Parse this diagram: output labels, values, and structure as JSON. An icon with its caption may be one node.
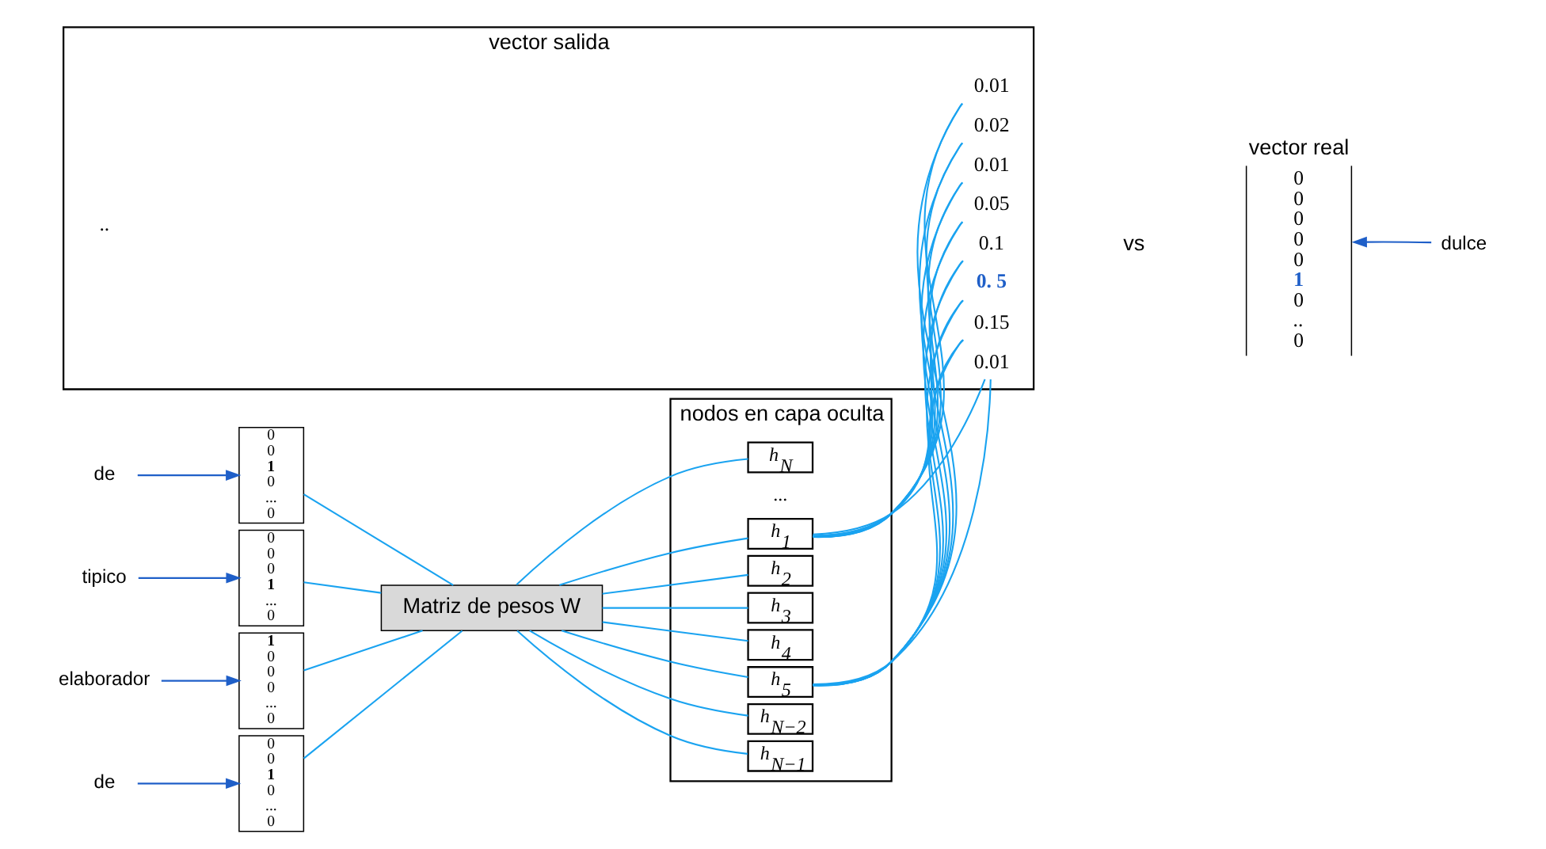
{
  "diagram": {
    "nodes": [
      {
        "text": [
          "elaborador"
        ]
      },
      {
        "text": [
          "**1** 0 0 0 ... 0"
        ]
      },
      {
        "text": [
          "de"
        ]
      },
      {
        "text": [
          "0 0 **1** 0 ... 0"
        ]
      },
      {
        "text": [
          "tipico"
        ]
      },
      {
        "text": [
          "0 0 0 **1** ... 0"
        ]
      },
      {
        "text": [
          "de"
        ]
      },
      {
        "text": [
          "0 0 **1** 0 ... 0"
        ]
      },
      {
        "text": [
          "Matriz de pesos W"
        ]
      },
      {
        "text": [
          "nodos en capa oculta"
        ]
      },
      {
        "text": [
          "h$_{1}$"
        ],
        "in": 9
      },
      {
        "text": [
          "h$_{2}$"
        ],
        "in": 9
      },
      {
        "text": [
          "h$_{3}$"
        ],
        "in": 9
      },
      {
        "text": [
          "h$_{4}$"
        ],
        "in": 9
      },
      {
        "text": [
          "h$_{5}$"
        ],
        "in": 9
      },
      {
        "text": [
          "h$_{N−2}$"
        ],
        "in": 9
      },
      {
        "text": [
          "h$_{N−1}$"
        ],
        "in": 9
      },
      {
        "text": [
          "h$_{N}$"
        ],
        "in": 9
      },
      {
        "text": [
          "vector salida"
        ]
      },
      {
        "text": [
          "0.01"
        ],
        "in": 18
      },
      {
        "text": [
          "0.02"
        ],
        "in": 18
      },
      {
        "text": [
          "0.01"
        ],
        "in": 18
      },
      {
        "text": [
          "0.05"
        ],
        "in": 18
      },
      {
        "text": [
          "0.1"
        ],
        "in": 18
      },
      {
        "text": [
          "0. 5"
        ],
        "in": 18
      },
      {
        "text": [
          "0.15"
        ],
        "in": 18
      },
      {
        "text": [
          ".."
        ],
        "in": 18
      },
      {
        "text": [
          "0.01"
        ],
        "in": 18
      },
      {
        "text": [
          "vector real",
          "0 0 0 0 0 **1** 0 .. 0"
        ]
      },
      {
        "text": [
          "dulce"
        ]
      }
    ],
    "edges": [
      {
        "from": 0,
        "to": 1,
        "arrow": "to",
        "color": "#1f5fc8"
      },
      {
        "from": 2,
        "to": 3,
        "arrow": "to",
        "color": "#1f5fc8"
      },
      {
        "from": 4,
        "to": 5,
        "arrow": "to",
        "color": "#1f5fc8"
      },
      {
        "from": 6,
        "to": 7,
        "arrow": "to",
        "color": "#1f5fc8"
      },
      {
        "from": 1,
        "to": 8,
        "arrow": "none"
      },
      {
        "from": 3,
        "to": 8,
        "arrow": "none"
      },
      {
        "from": 5,
        "to": 8,
        "arrow": "none"
      },
      {
        "from": 7,
        "to": 8,
        "arrow": "none"
      },
      {
        "from": 8,
        "to": 10,
        "arrow": "none"
      },
      {
        "from": 8,
        "to": 11,
        "arrow": "none"
      },
      {
        "from": 8,
        "to": 12,
        "arrow": "none"
      },
      {
        "from": 8,
        "to": 13,
        "arrow": "none"
      },
      {
        "from": 8,
        "to": 14,
        "arrow": "none"
      },
      {
        "from": 8,
        "to": 15,
        "arrow": "none"
      },
      {
        "from": 8,
        "to": 16,
        "arrow": "none"
      },
      {
        "from": 8,
        "to": 17,
        "arrow": "none"
      },
      {
        "from": 10,
        "to": 19,
        "arrow": "none"
      },
      {
        "from": 10,
        "to": 20,
        "arrow": "none"
      },
      {
        "from": 10,
        "to": 21,
        "arrow": "none"
      },
      {
        "from": 10,
        "to": 22,
        "arrow": "none"
      },
      {
        "from": 10,
        "to": 23,
        "arrow": "none"
      },
      {
        "from": 10,
        "to": 24,
        "arrow": "none"
      },
      {
        "from": 10,
        "to": 25,
        "arrow": "none"
      },
      {
        "from": 10,
        "to": 27,
        "arrow": "none"
      },
      {
        "from": 14,
        "to": 19,
        "arrow": "none"
      },
      {
        "from": 14,
        "to": 20,
        "arrow": "none"
      },
      {
        "from": 14,
        "to": 21,
        "arrow": "none"
      },
      {
        "from": 14,
        "to": 22,
        "arrow": "none"
      },
      {
        "from": 14,
        "to": 23,
        "arrow": "none"
      },
      {
        "from": 14,
        "to": 24,
        "arrow": "none"
      },
      {
        "from": 14,
        "to": 25,
        "arrow": "none"
      },
      {
        "from": 14,
        "to": 27,
        "arrow": "none"
      },
      {
        "from": 29,
        "to": 28,
        "arrow": "to",
        "color": "#1f5fc8"
      }
    ],
    "labels": [
      "...",
      "vs"
    ]
  }
}
